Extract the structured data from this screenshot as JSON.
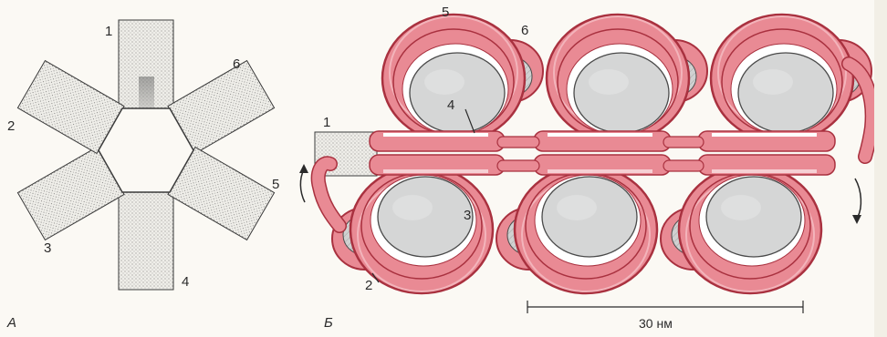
{
  "panels": {
    "a": {
      "letter": "А",
      "labels": [
        "1",
        "2",
        "3",
        "4",
        "5",
        "6"
      ]
    },
    "b": {
      "letter": "Б",
      "labels": [
        "1",
        "2",
        "3",
        "4",
        "5",
        "6"
      ],
      "scale_bar_label": "30 нм"
    }
  },
  "colors": {
    "dna_fill": "#e98a94",
    "dna_stroke": "#a9313f",
    "dna_highlight": "#f6c6cc",
    "histone_fill": "#d5d6d6",
    "histone_stroke": "#4a4a4a",
    "paper": "#fbf9f4",
    "ink": "#2a2a2a"
  }
}
